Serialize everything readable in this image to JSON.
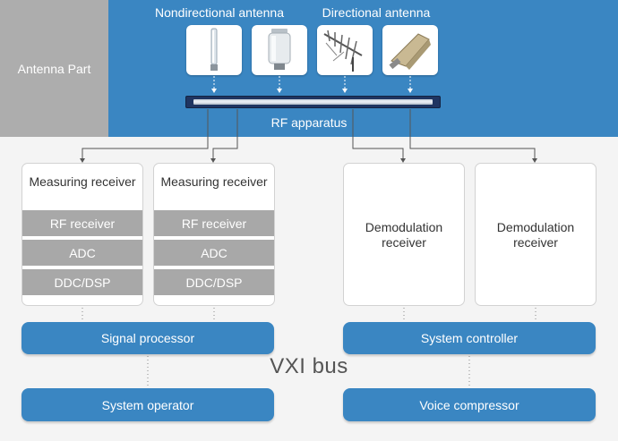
{
  "diagram": {
    "antenna_part_label": "Antenna Part",
    "nondirectional_label": "Nondirectional antenna",
    "directional_label": "Directional antenna",
    "rf_apparatus_label": "RF apparatus",
    "measuring_receivers": [
      {
        "title": "Measuring receiver",
        "rows": [
          "RF receiver",
          "ADC",
          "DDC/DSP"
        ]
      },
      {
        "title": "Measuring receiver",
        "rows": [
          "RF receiver",
          "ADC",
          "DDC/DSP"
        ]
      }
    ],
    "demodulation_receivers": [
      {
        "title": "Demodulation receiver"
      },
      {
        "title": "Demodulation receiver"
      }
    ],
    "signal_processor_label": "Signal processor",
    "system_controller_label": "System controller",
    "bus_label": "VXI bus",
    "system_operator_label": "System operator",
    "voice_compressor_label": "Voice compressor"
  },
  "colors": {
    "blue": "#3a86c2",
    "gray": "#adadad",
    "row_gray": "#a8a8a8",
    "background": "#f4f4f4"
  }
}
